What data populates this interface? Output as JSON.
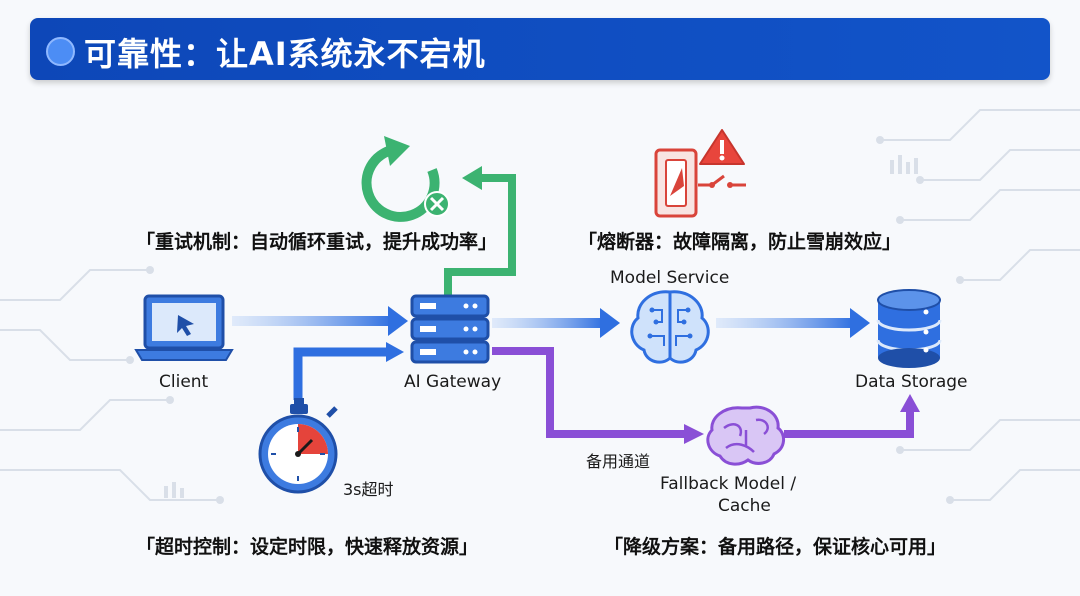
{
  "title": "可靠性：让AI系统永不宕机",
  "nodes": {
    "client": "Client",
    "gateway": "AI Gateway",
    "model_service": "Model Service",
    "data_storage": "Data Storage",
    "fallback_line1": "Fallback Model /",
    "fallback_line2": "Cache"
  },
  "labels": {
    "timeout": "3s超时",
    "fallback_path": "备用通道"
  },
  "captions": {
    "retry": "「重试机制：自动循环重试，提升成功率」",
    "circuit_breaker": "「熔断器：故障隔离，防止雪崩效应」",
    "timeout": "「超时控制：设定时限，快速释放资源」",
    "degrade": "「降级方案：备用路径，保证核心可用」"
  },
  "colors": {
    "title_bg": "#0d47b8",
    "flow_blue": "#2f6fe0",
    "retry_green": "#3cb371",
    "fallback_purple": "#8a4fd6",
    "breaker_red": "#d9443a"
  },
  "icons": [
    "laptop-icon",
    "server-icon",
    "brain-icon",
    "database-icon",
    "retry-cycle-icon",
    "circuit-breaker-icon",
    "warning-icon",
    "stopwatch-icon",
    "fallback-brain-icon"
  ]
}
